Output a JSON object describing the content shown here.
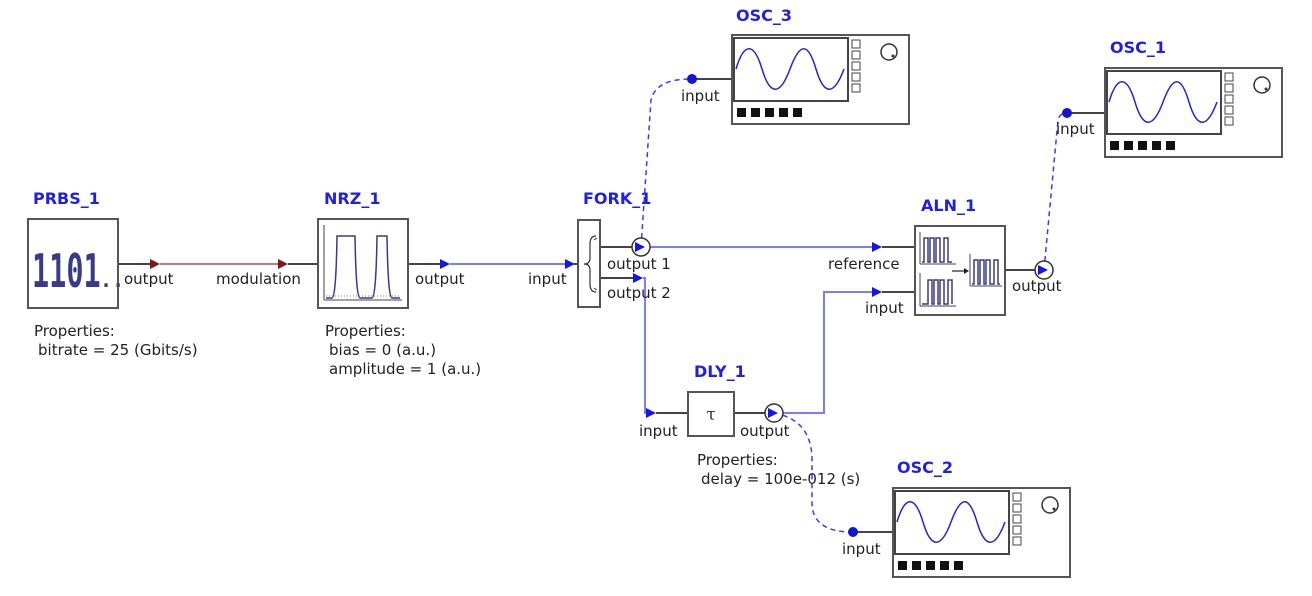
{
  "blocks": {
    "prbs": {
      "title": "PRBS_1",
      "icon_text": "1101",
      "icon_dots": "...",
      "out_label": "output",
      "properties_heading": "Properties:",
      "properties": [
        "bitrate = 25 (Gbits/s)"
      ]
    },
    "nrz": {
      "title": "NRZ_1",
      "in_label": "modulation",
      "out_label": "output",
      "properties_heading": "Properties:",
      "properties": [
        "bias = 0 (a.u.)",
        "amplitude = 1 (a.u.)"
      ]
    },
    "fork": {
      "title": "FORK_1",
      "in_label": "input",
      "out1_label": "output 1",
      "out2_label": "output 2"
    },
    "dly": {
      "title": "DLY_1",
      "symbol": "τ",
      "in_label": "input",
      "out_label": "output",
      "properties_heading": "Properties:",
      "properties": [
        "delay = 100e-012 (s)"
      ]
    },
    "aln": {
      "title": "ALN_1",
      "ref_label": "reference",
      "in_label": "input",
      "out_label": "output"
    },
    "osc1": {
      "title": "OSC_1",
      "in_label": "input"
    },
    "osc2": {
      "title": "OSC_2",
      "in_label": "input"
    },
    "osc3": {
      "title": "OSC_3",
      "in_label": "input"
    }
  },
  "colors": {
    "title": "#1f1fe6",
    "wire": "#7b7bff",
    "wire_red": "#c87878",
    "probe_wire": "#3a3aff",
    "arrow": "#1515e6"
  }
}
